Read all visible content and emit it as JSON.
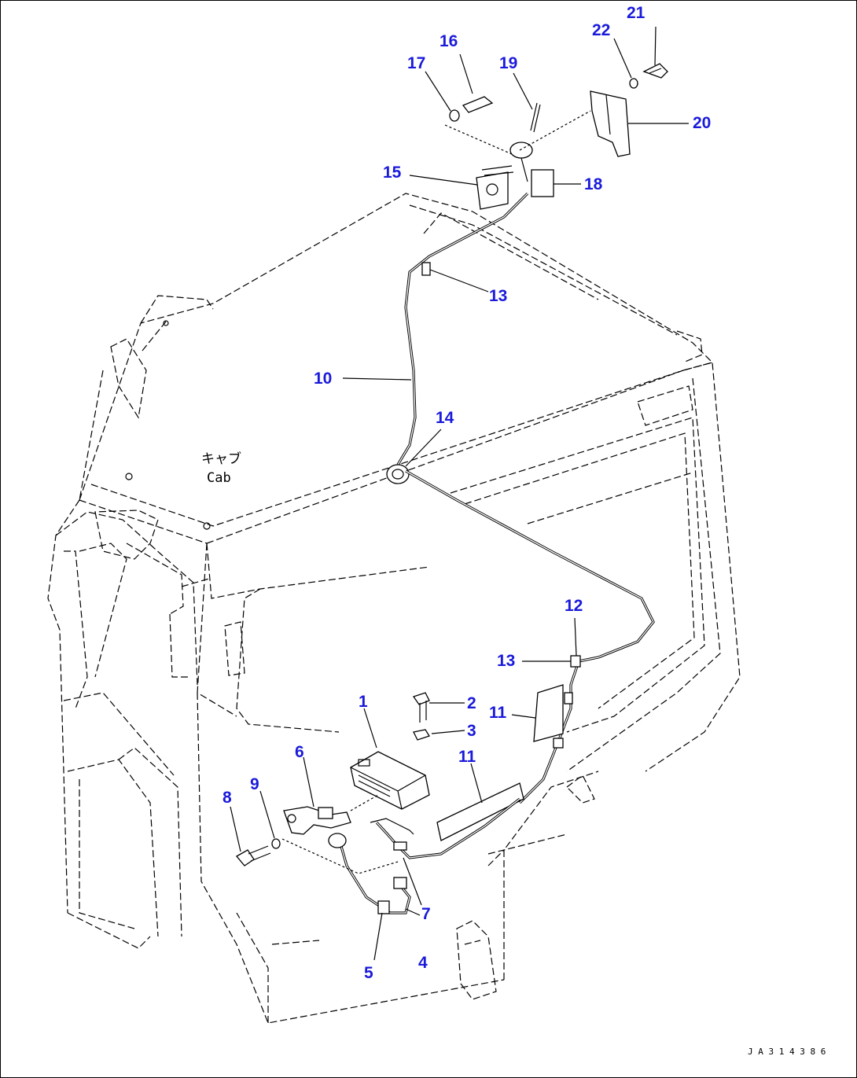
{
  "drawing": {
    "cab_label_jp": "キャブ",
    "cab_label_en": "Cab",
    "drawing_number": "J A 3 1 4 3 8 6"
  },
  "callouts": [
    {
      "id": "c1",
      "text": "1"
    },
    {
      "id": "c2",
      "text": "2"
    },
    {
      "id": "c3",
      "text": "3"
    },
    {
      "id": "c4",
      "text": "4"
    },
    {
      "id": "c5",
      "text": "5"
    },
    {
      "id": "c6",
      "text": "6"
    },
    {
      "id": "c7",
      "text": "7"
    },
    {
      "id": "c8",
      "text": "8"
    },
    {
      "id": "c9",
      "text": "9"
    },
    {
      "id": "c10",
      "text": "10"
    },
    {
      "id": "c11a",
      "text": "11"
    },
    {
      "id": "c11b",
      "text": "11"
    },
    {
      "id": "c12",
      "text": "12"
    },
    {
      "id": "c13a",
      "text": "13"
    },
    {
      "id": "c13b",
      "text": "13"
    },
    {
      "id": "c14",
      "text": "14"
    },
    {
      "id": "c15",
      "text": "15"
    },
    {
      "id": "c16",
      "text": "16"
    },
    {
      "id": "c17",
      "text": "17"
    },
    {
      "id": "c18",
      "text": "18"
    },
    {
      "id": "c19",
      "text": "19"
    },
    {
      "id": "c20",
      "text": "20"
    },
    {
      "id": "c21",
      "text": "21"
    },
    {
      "id": "c22",
      "text": "22"
    }
  ],
  "colors": {
    "callout": "#1a1adb",
    "line": "#000000",
    "background": "#ffffff"
  }
}
